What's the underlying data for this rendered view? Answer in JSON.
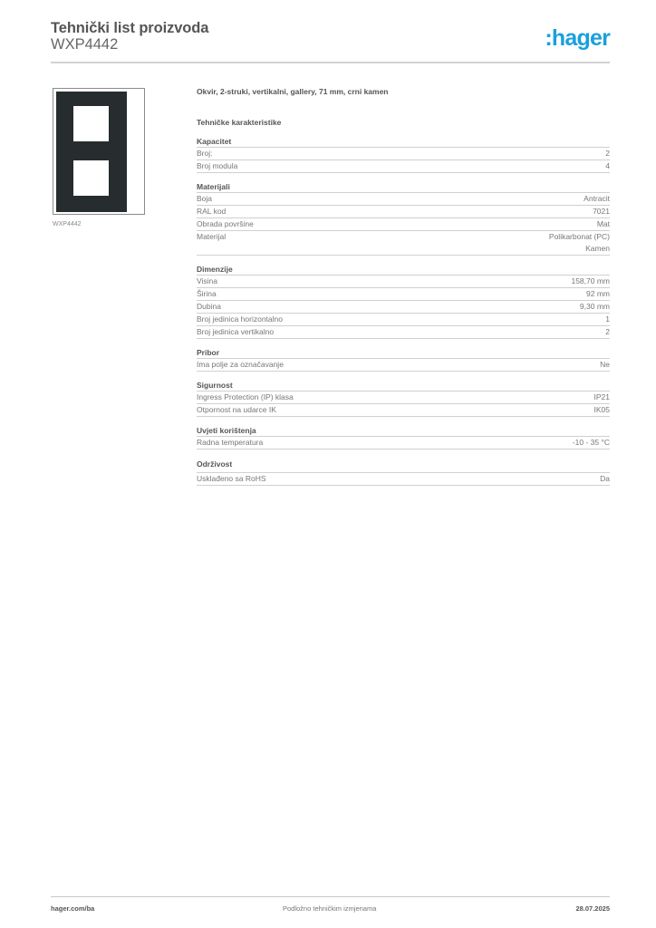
{
  "header": {
    "title": "Tehnički list proizvoda",
    "product_code": "WXP4442",
    "logo_text": ":hager",
    "logo_color": "#1aa0dc"
  },
  "product_image": {
    "caption": "WXP4442",
    "plate_color": "#272d2f"
  },
  "main": {
    "description": "Okvir, 2-struki, vertikalni, gallery, 71 mm, crni kamen",
    "section_heading": "Tehničke karakteristike",
    "groups": [
      {
        "title": "Kapacitet",
        "rows": [
          {
            "label": "Broj:",
            "value": "2"
          },
          {
            "label": "Broj modula",
            "value": "4"
          }
        ]
      },
      {
        "title": "Materijali",
        "rows": [
          {
            "label": "Boja",
            "value": "Antracit"
          },
          {
            "label": "RAL kod",
            "value": "7021"
          },
          {
            "label": "Obrada površine",
            "value": "Mat"
          },
          {
            "label": "Materijal",
            "value": "Polikarbonat (PC)",
            "value2": "Kamen"
          }
        ]
      },
      {
        "title": "Dimenzije",
        "rows": [
          {
            "label": "Visina",
            "value": "158,70 mm"
          },
          {
            "label": "Širina",
            "value": "92 mm"
          },
          {
            "label": "Dubina",
            "value": "9,30 mm"
          },
          {
            "label": "Broj jedinica horizontalno",
            "value": "1"
          },
          {
            "label": "Broj jedinica vertikalno",
            "value": "2"
          }
        ]
      },
      {
        "title": "Pribor",
        "rows": [
          {
            "label": "Ima polje za označavanje",
            "value": "Ne"
          }
        ]
      },
      {
        "title": "Sigurnost",
        "rows": [
          {
            "label": "Ingress Protection (IP) klasa",
            "value": "IP21"
          },
          {
            "label": "Otpornost na udarce IK",
            "value": "IK05"
          }
        ]
      },
      {
        "title": "Uvjeti korištenja",
        "rows": [
          {
            "label": "Radna temperatura",
            "value": "-10 - 35 °C"
          }
        ]
      },
      {
        "title": "Održivost",
        "rows": [
          {
            "label": "Usklađeno sa RoHS",
            "value": "Da"
          }
        ]
      }
    ]
  },
  "footer": {
    "website": "hager.com/ba",
    "notice": "Podložno tehničkim izmjenama",
    "date": "28.07.2025"
  }
}
